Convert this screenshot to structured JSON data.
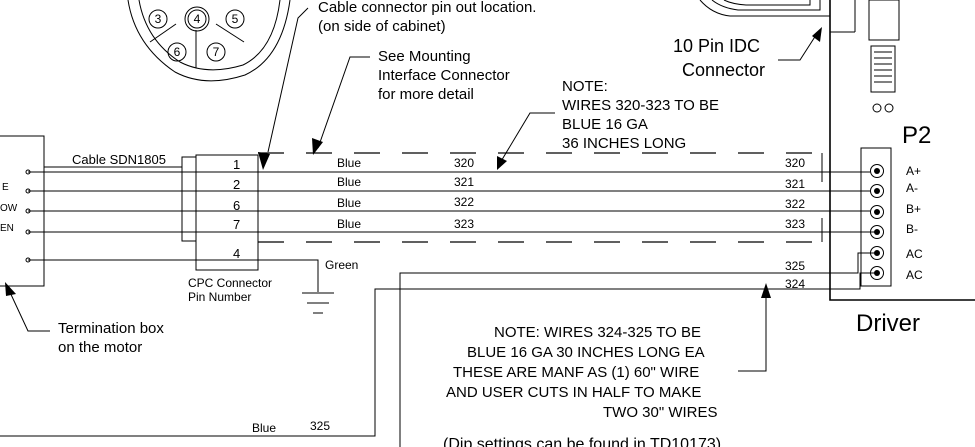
{
  "connector": {
    "pins": [
      "3",
      "4",
      "5",
      "6",
      "7"
    ],
    "pinout_note": [
      "Cable connector pin out location.",
      "(on side of cabinet)"
    ]
  },
  "mounting_note": [
    "See Mounting",
    "Interface Connector",
    "for more detail"
  ],
  "idc_label": [
    "10 Pin IDC",
    "Connector"
  ],
  "note_wires_320": [
    "NOTE:",
    "WIRES 320-323 TO BE",
    "BLUE 16 GA",
    "36 INCHES LONG"
  ],
  "cable_label": "Cable SDN1805",
  "left_labels": [
    "E",
    "OW",
    "EN"
  ],
  "cpc": {
    "pins": [
      "1",
      "2",
      "6",
      "7",
      "4"
    ],
    "label": [
      "CPC Connector",
      "Pin Number"
    ]
  },
  "wires": [
    {
      "color": "Blue",
      "number": "320"
    },
    {
      "color": "Blue",
      "number": "321"
    },
    {
      "color": "Blue",
      "number": "322"
    },
    {
      "color": "Blue",
      "number": "323"
    }
  ],
  "ground_wire_color": "Green",
  "wires_right": [
    "320",
    "321",
    "322",
    "323",
    "325",
    "324"
  ],
  "p2": {
    "title": "P2",
    "terminals": [
      "A+",
      "A-",
      "B+",
      "B-",
      "AC",
      "AC"
    ]
  },
  "driver_label": "Driver",
  "termination_note": [
    "Termination box",
    "on the motor"
  ],
  "note_wires_324": [
    "NOTE: WIRES 324-325 TO BE",
    "BLUE 16 GA 30 INCHES LONG EA",
    "THESE ARE MANF AS (1) 60\" WIRE",
    "AND USER CUTS IN HALF TO MAKE",
    "TWO 30\" WIRES"
  ],
  "bottom_wire": {
    "color": "Blue",
    "number": "325"
  },
  "dip_note": "(Dip settings can be found in TD10173)"
}
